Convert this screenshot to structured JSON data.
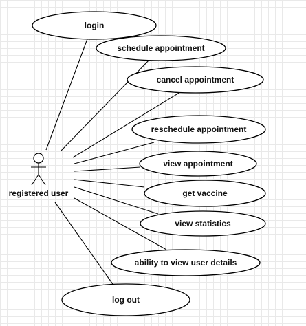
{
  "diagram": {
    "actor": {
      "label": "registered user",
      "icon": "stick-figure-actor-icon"
    },
    "use_cases": [
      {
        "id": "uc-login",
        "label": "login"
      },
      {
        "id": "uc-schedule",
        "label": "schedule appointment"
      },
      {
        "id": "uc-cancel",
        "label": "cancel appointment"
      },
      {
        "id": "uc-reschedule",
        "label": "reschedule appointment"
      },
      {
        "id": "uc-view-appointment",
        "label": "view appointment"
      },
      {
        "id": "uc-get-vaccine",
        "label": "get vaccine"
      },
      {
        "id": "uc-view-statistics",
        "label": "view statistics"
      },
      {
        "id": "uc-view-user-details",
        "label": "ability to view user details"
      },
      {
        "id": "uc-log-out",
        "label": "log out"
      }
    ],
    "associations": [
      {
        "from": "actor",
        "to": "uc-login"
      },
      {
        "from": "actor",
        "to": "uc-schedule"
      },
      {
        "from": "actor",
        "to": "uc-cancel"
      },
      {
        "from": "actor",
        "to": "uc-reschedule"
      },
      {
        "from": "actor",
        "to": "uc-view-appointment"
      },
      {
        "from": "actor",
        "to": "uc-get-vaccine"
      },
      {
        "from": "actor",
        "to": "uc-view-statistics"
      },
      {
        "from": "actor",
        "to": "uc-view-user-details"
      },
      {
        "from": "actor",
        "to": "uc-log-out"
      }
    ],
    "colors": {
      "stroke": "#000000",
      "fill": "#ffffff",
      "grid": "#e9e9e9"
    }
  }
}
